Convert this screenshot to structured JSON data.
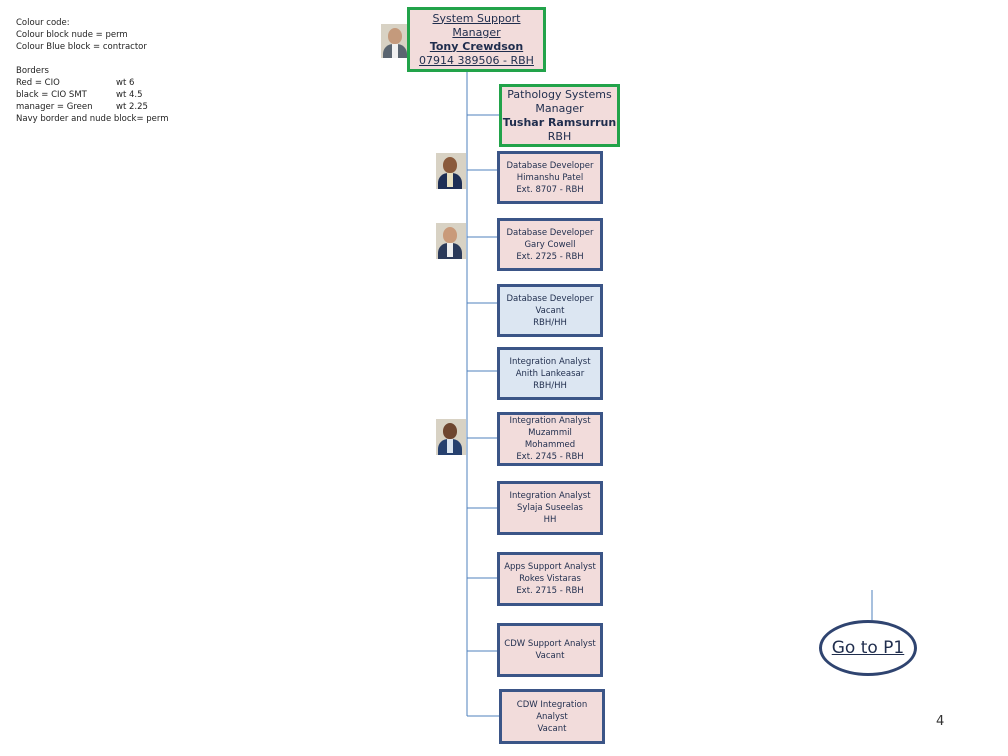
{
  "legend": {
    "colour_heading": "Colour code:",
    "colour_perm": "Colour block nude = perm",
    "colour_contract": "Colour Blue block = contractor",
    "borders_heading": "Borders",
    "borders": [
      {
        "label": "Red  = CIO",
        "weight": "wt 6"
      },
      {
        "label": "black = CIO SMT",
        "weight": "wt 4.5"
      },
      {
        "label": "manager = Green",
        "weight": "wt  2.25"
      }
    ],
    "navy_note": "Navy border and nude block= perm"
  },
  "colors": {
    "manager_border": "#22a34a",
    "staff_border": "#3b5587",
    "perm_fill": "#f2dcdb",
    "contractor_fill": "#dce6f2",
    "connector": "#4f81bd"
  },
  "top": {
    "title_line1": "System Support",
    "title_line2": "Manager",
    "name": "Tony Crewdson",
    "contact": "07914 389506 - RBH"
  },
  "manager": {
    "title_line1": "Pathology Systems",
    "title_line2": "Manager",
    "name": "Tushar Ramsurrun",
    "site": "RBH"
  },
  "staff": [
    {
      "lines": [
        "Database  Developer",
        "Himanshu Patel",
        "Ext. 8707 - RBH"
      ],
      "status": "perm",
      "photo": true
    },
    {
      "lines": [
        "Database Developer",
        "Gary Cowell",
        "Ext. 2725 - RBH"
      ],
      "status": "perm",
      "photo": true
    },
    {
      "lines": [
        "Database Developer",
        "Vacant",
        "RBH/HH"
      ],
      "status": "contractor",
      "photo": false
    },
    {
      "lines": [
        "Integration Analyst",
        "Anith Lankeasar",
        "RBH/HH"
      ],
      "status": "contractor",
      "photo": false
    },
    {
      "lines": [
        "Integration Analyst",
        "Muzammil",
        "Mohammed",
        "Ext. 2745 - RBH"
      ],
      "status": "perm",
      "photo": true
    },
    {
      "lines": [
        "Integration Analyst",
        "Sylaja  Suseelas",
        "HH"
      ],
      "status": "perm",
      "photo": false
    },
    {
      "lines": [
        "Apps Support Analyst",
        "Rokes Vistaras",
        "Ext. 2715 - RBH"
      ],
      "status": "perm",
      "photo": false
    },
    {
      "lines": [
        "CDW Support Analyst",
        "Vacant"
      ],
      "status": "perm",
      "photo": false
    },
    {
      "lines": [
        "CDW Integration",
        "Analyst",
        "Vacant"
      ],
      "status": "perm",
      "photo": false
    }
  ],
  "nav": {
    "goto_label": " Go to P1"
  },
  "page_number": "4"
}
